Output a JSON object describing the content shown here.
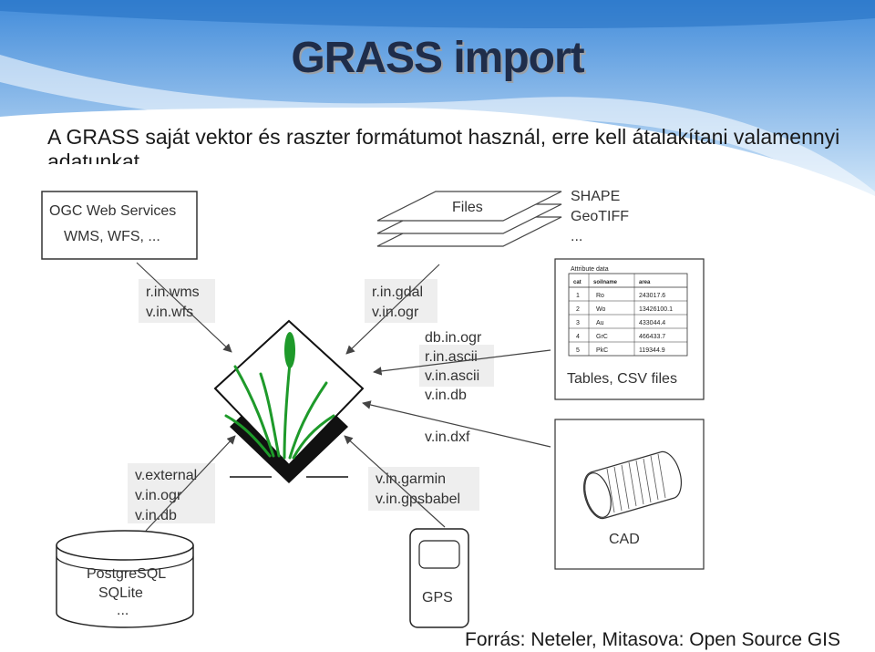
{
  "slide": {
    "title": "GRASS import",
    "subtitle": "A GRASS saját vektor és raszter formátumot használ, erre kell átalakítani valamennyi adatunkat.",
    "source": "Forrás: Neteler, Mitasova: Open Source GIS"
  },
  "diagram": {
    "ogc_box": {
      "line1": "OGC Web Services",
      "line2": "WMS, WFS, ..."
    },
    "ogc_cmds": [
      "r.in.wms",
      "v.in.wfs"
    ],
    "files_label": "Files",
    "file_formats": [
      "SHAPE",
      "GeoTIFF",
      "..."
    ],
    "gdal_cmds": [
      "r.in.gdal",
      "v.in.ogr"
    ],
    "table_cmds": [
      "db.in.ogr",
      "r.in.ascii",
      "v.in.ascii",
      "v.in.db"
    ],
    "table_box": {
      "caption": "Attribute data",
      "headers": [
        "cat",
        "soilname",
        "area"
      ],
      "rows": [
        [
          "1",
          "Ro",
          "243017.6"
        ],
        [
          "2",
          "Wo",
          "13426100.1"
        ],
        [
          "3",
          "Au",
          "433044.4"
        ],
        [
          "4",
          "GrC",
          "466433.7"
        ],
        [
          "5",
          "PkC",
          "119344.9"
        ]
      ],
      "label": "Tables, CSV files"
    },
    "dxf_cmd": "v.in.dxf",
    "cad_label": "CAD",
    "db_cmds": [
      "v.external",
      "v.in.ogr",
      "v.in.db"
    ],
    "db_labels": [
      "PostgreSQL",
      "SQLite",
      "..."
    ],
    "gps_cmds": [
      "v.in.garmin",
      "v.in.gpsbabel"
    ],
    "gps_label": "GPS"
  }
}
